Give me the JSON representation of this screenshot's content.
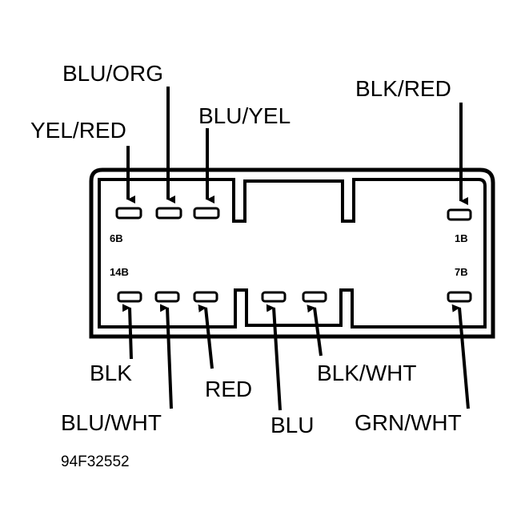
{
  "connector": {
    "pin_labels": {
      "top_left": "6B",
      "top_right": "1B",
      "bottom_left": "14B",
      "bottom_right": "7B"
    }
  },
  "wires": {
    "blu_org": "BLU/ORG",
    "yel_red": "YEL/RED",
    "blu_yel": "BLU/YEL",
    "blk_red": "BLK/RED",
    "blk": "BLK",
    "blu_wht": "BLU/WHT",
    "red": "RED",
    "blu": "BLU",
    "blk_wht": "BLK/WHT",
    "grn_wht": "GRN/WHT"
  },
  "figure_id": "94F32552"
}
